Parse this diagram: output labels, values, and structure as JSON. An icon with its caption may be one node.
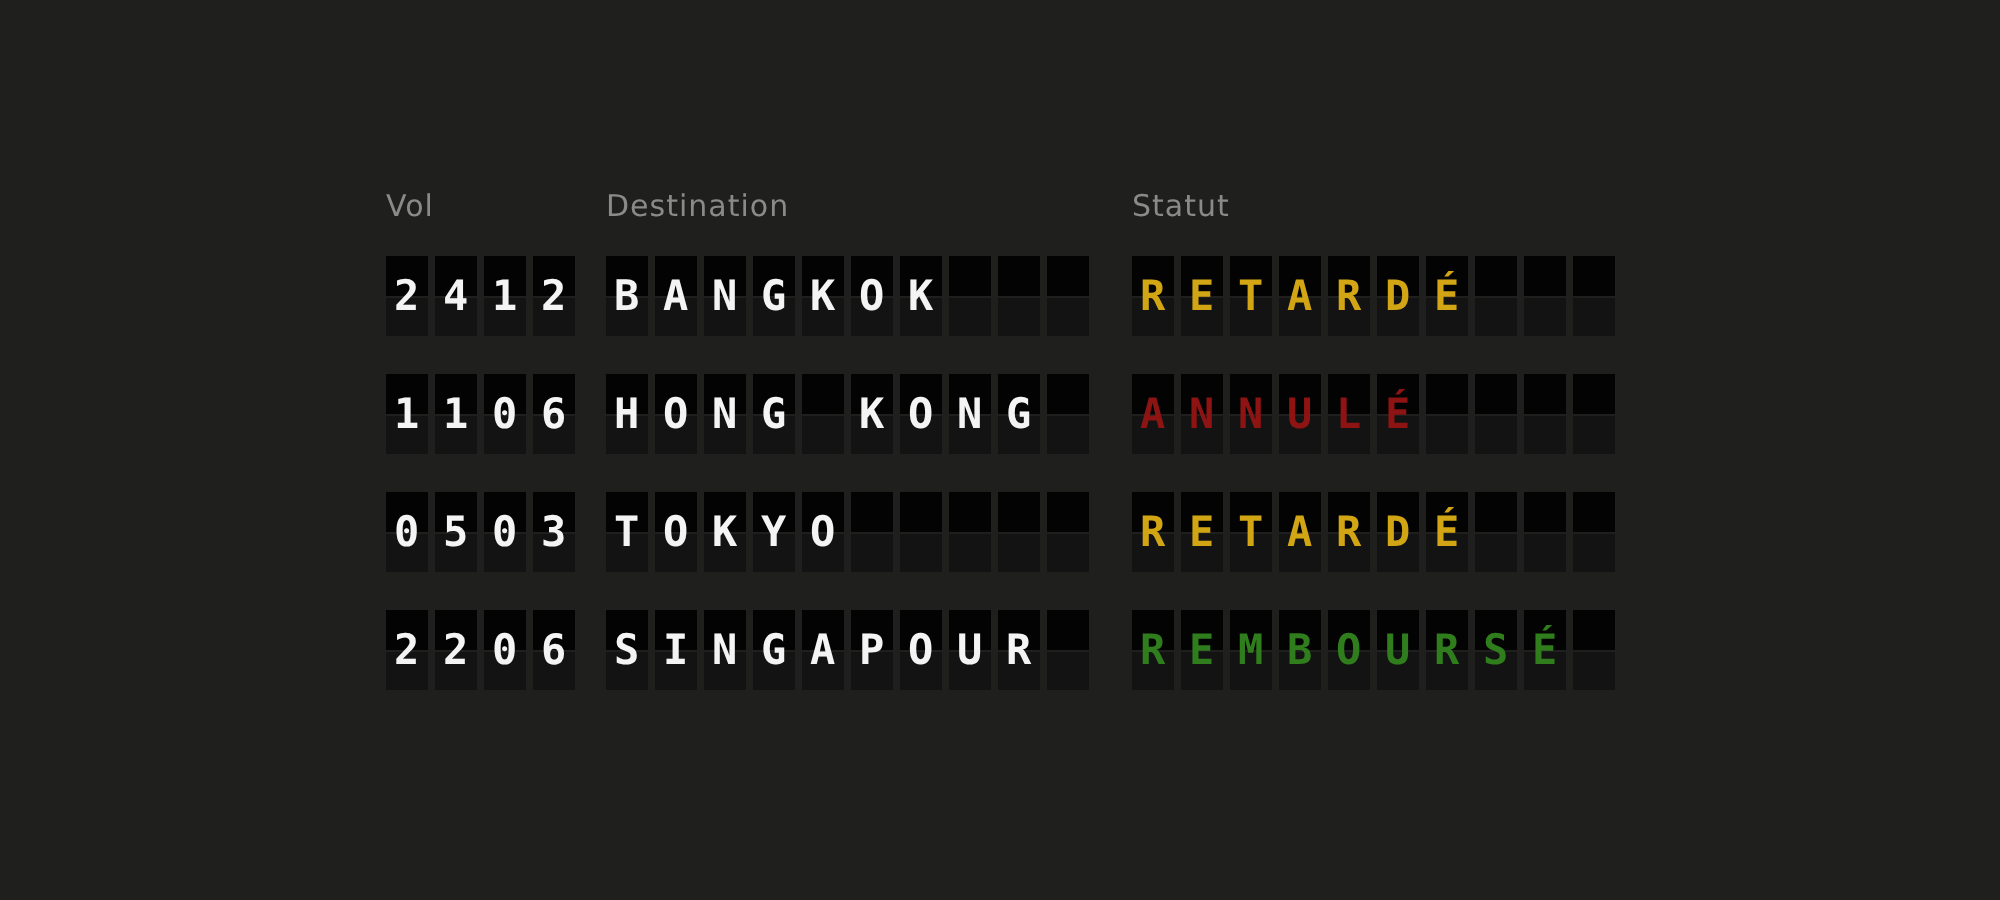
{
  "diagram": {
    "labels": [
      "Vol",
      "Destination",
      "Statut",
      "2412",
      "BANGKOK",
      "RETARDÉ",
      "1106",
      "HONG KONG",
      "ANNULÉ",
      "0503",
      "TOKYO",
      "RETARDÉ",
      "2206",
      "SINGAPOUR",
      "REMBOURSÉ"
    ]
  }
}
